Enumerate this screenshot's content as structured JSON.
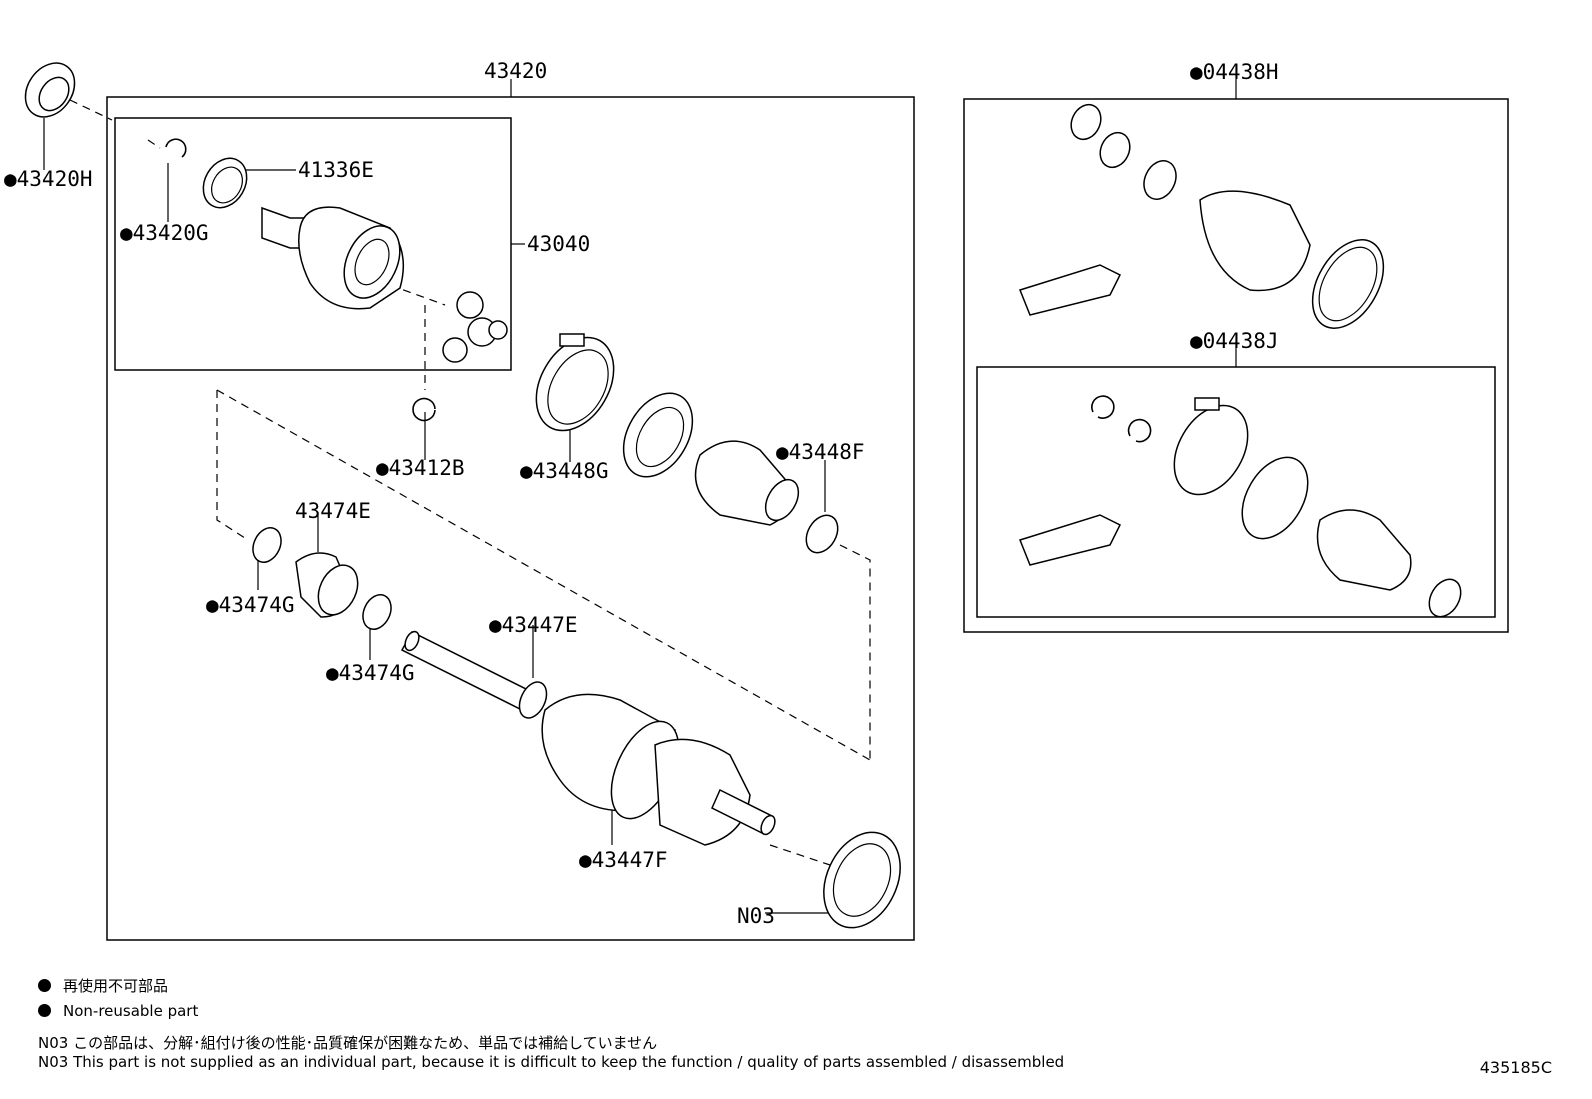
{
  "labels": {
    "p43420": "43420",
    "p43420H": "●43420H",
    "p43420G": "●43420G",
    "p41336E": "41336E",
    "p43040": "43040",
    "p43412B": "●43412B",
    "p43448G": "●43448G",
    "p43448F": "●43448F",
    "p43474E": "43474E",
    "p43474G_a": "●43474G",
    "p43474G_b": "●43474G",
    "p43447E": "●43447E",
    "p43447F": "●43447F",
    "pN03": "N03",
    "p04438H": "●04438H",
    "p04438J": "●04438J"
  },
  "legend": {
    "jp": "再使用不可部品",
    "en": "Non-reusable part"
  },
  "notes": {
    "jp": "N03 この部品は、分解･組付け後の性能･品質確保が困難なため、単品では補給していません",
    "en": "N03 This part is not supplied as an individual part, because it is difficult to keep the function / quality of parts assembled / disassembled"
  },
  "diagram_code": "435185C"
}
